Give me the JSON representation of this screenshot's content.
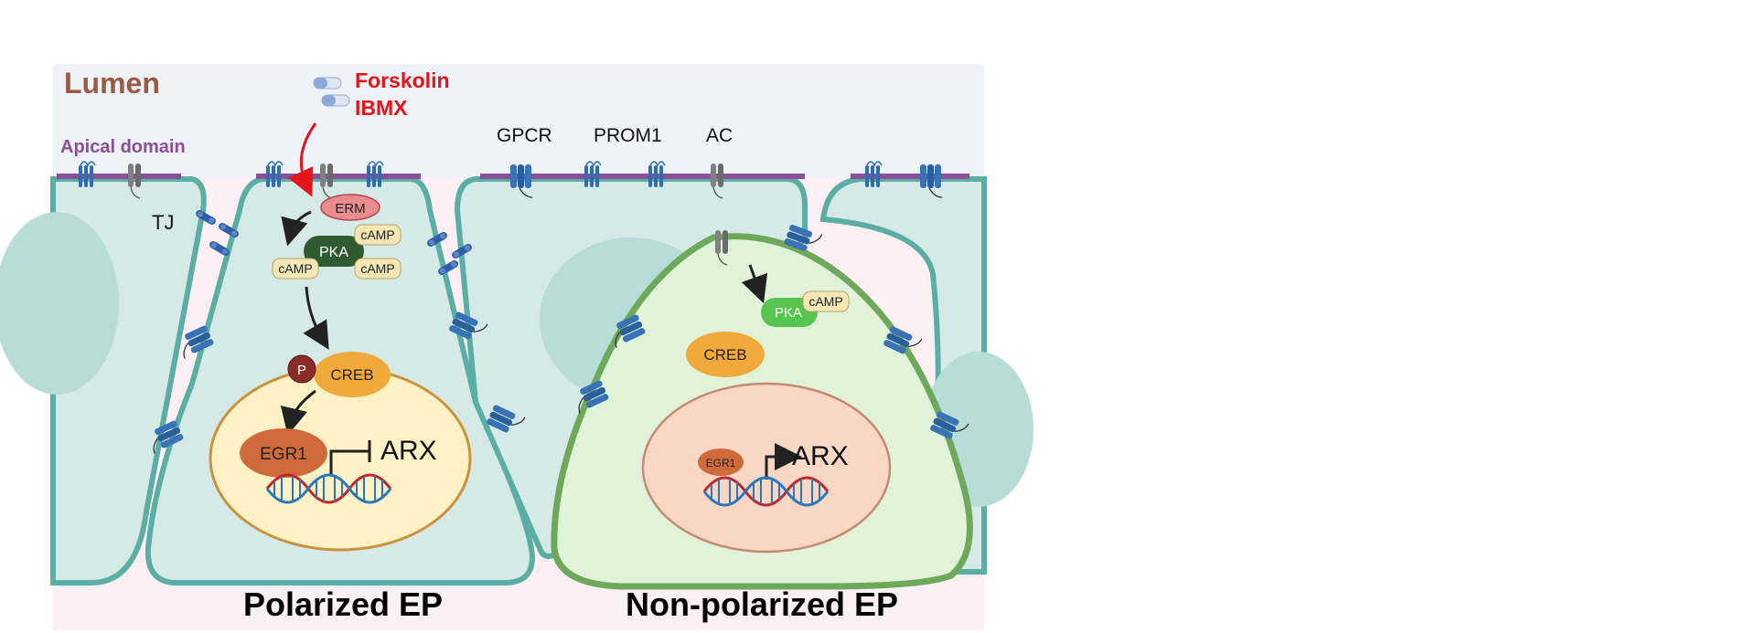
{
  "labels": {
    "lumen": "Lumen",
    "apical_domain": "Apical domain",
    "forskolin": "Forskolin",
    "ibmx": "IBMX",
    "tj": "TJ",
    "gpcr": "GPCR",
    "prom1": "PROM1",
    "ac": "AC",
    "polarized_title": "Polarized EP",
    "nonpolarized_title": "Non-polarized EP"
  },
  "polarized": {
    "erm": "ERM",
    "pka": "PKA",
    "camp": "cAMP",
    "phospho": "P",
    "creb": "CREB",
    "egr1": "EGR1",
    "arx": "ARX"
  },
  "nonpolarized": {
    "pka": "PKA",
    "camp": "cAMP",
    "creb": "CREB",
    "egr1": "EGR1",
    "arx": "ARX"
  },
  "colors": {
    "lumen_bg": "#eef2f9",
    "cell_bg": "#fcf0f5",
    "apical": "#8b4f9a",
    "cell_fill": "#d5e9e6",
    "cell_stroke": "#5aaea3",
    "np_fill": "#e0f3d8",
    "np_stroke": "#6ea85a",
    "nucleus_pol": "#fdf1c6",
    "nucleus_np": "#f8d8c5",
    "drug_red": "#e3151b",
    "lumen_text": "#9a5a44",
    "receptor_blue": "#2f6db2",
    "receptor_gray": "#777777"
  }
}
